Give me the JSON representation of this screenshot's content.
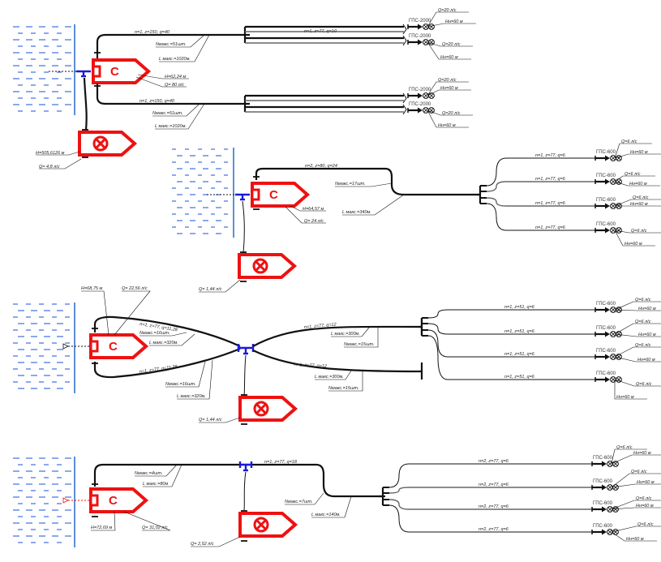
{
  "title": "Схема подачи воды от водоисточника (4 варианта)",
  "colors": {
    "pump": "#ee1111",
    "fitting": "#1a1adc",
    "hose": "#111111",
    "water": "#3d6fe0",
    "wall": "#5b8fd6"
  },
  "icons": {
    "pump_letter": "С",
    "pump_symbol": "circle-cross-icon",
    "nozzle": "double-circle-cross-icon"
  },
  "schemes": [
    {
      "id": "scheme-1",
      "pump": {
        "letter": "С",
        "H": "H=62,24 м",
        "Q": "Q= 80 л/с"
      },
      "aux": {
        "H": "H=505,6126 м",
        "Q": "Q= 4,8 л/с"
      },
      "lines": [
        {
          "params": "n=1, z=150, q=40",
          "n_max": "Nмакс.=51шт.",
          "l_max": "L макс.=1020м."
        },
        {
          "params": "n=1, z=150, q=40",
          "n_max": "Nмакс.=51шт.",
          "l_max": "L макс.=1020м."
        }
      ],
      "branches_label": "n=1, z=77, q=10",
      "nozzles": [
        {
          "type": "ГПС-2000",
          "Q": "Q=20 л/с",
          "H": "Hн=60 м"
        },
        {
          "type": "ГПС-2000",
          "Q": "Q=20 л/с",
          "H": "Hн=60 м"
        },
        {
          "type": "ГПС-2000",
          "Q": "Q=20 л/с",
          "H": "Hн=60 м"
        },
        {
          "type": "ГПС-2000",
          "Q": "Q=20 л/с",
          "H": "Hн=60 м"
        }
      ]
    },
    {
      "id": "scheme-2",
      "pump": {
        "letter": "С",
        "H": "H=64,57 м",
        "Q": "Q= 24 л/с"
      },
      "aux": {
        "Q": "Q= 1,44 л/с"
      },
      "lines": [
        {
          "params": "n=2, z=80, q=24",
          "n_max": "Nмакс.=17шт.",
          "l_max": "L макс.=340м."
        }
      ],
      "branches": [
        {
          "params": "n=1, z=77, q=6",
          "type": "ГПС-600",
          "Q": "Q=6 л/с",
          "H": "Hн=60 м"
        },
        {
          "params": "n=1, z=77, q=6",
          "type": "ГПС-600",
          "Q": "Q=6 л/с",
          "H": "Hн=60 м"
        },
        {
          "params": "n=1, z=77, q=6",
          "type": "ГПС-600",
          "Q": "Q=6 л/с",
          "H": "Hн=60 м"
        },
        {
          "params": "n=1, z=77, q=6",
          "type": "ГПС-600",
          "Q": "Q=6 л/с",
          "H": "Hн=60 м"
        }
      ]
    },
    {
      "id": "scheme-3",
      "pump": {
        "letter": "С",
        "H": "H=68,75 м",
        "Q": "Q= 22,56 л/с"
      },
      "aux": {
        "Q": "Q= 1,44 л/с"
      },
      "lines_in": [
        {
          "params": "n=1, z=77, q=11,28",
          "n_max": "Nмакс.=16шт.",
          "l_max": "L макс.=320м."
        },
        {
          "params": "n=1, z=77, q=11,28",
          "n_max": "Nмакс.=16шт.",
          "l_max": "L макс.=320м."
        }
      ],
      "lines_out": [
        {
          "params": "n=1, z=77, q=12",
          "n_max": "Nмакс.=15шт.",
          "l_max": "L макс.=300м."
        },
        {
          "params": "n=1, z=77, q=12",
          "n_max": "Nмакс.=15шт.",
          "l_max": "L макс.=300м."
        }
      ],
      "branches": [
        {
          "params": "n=1, z=51, q=6",
          "type": "ГПС-600",
          "Q": "Q=6 л/с",
          "H": "Hн=60 м"
        },
        {
          "params": "n=1, z=51, q=6",
          "type": "ГПС-600",
          "Q": "Q=6 л/с",
          "H": "Hн=60 м"
        },
        {
          "params": "n=1, z=51, q=6",
          "type": "ГПС-600",
          "Q": "Q=6 л/с",
          "H": "Hн=60 м"
        },
        {
          "params": "n=1, z=51, q=6",
          "type": "ГПС-600",
          "Q": "Q=6 л/с",
          "H": "Hн=60 м"
        }
      ]
    },
    {
      "id": "scheme-4",
      "pump": {
        "letter": "С",
        "H": "H=72,69 м",
        "Q": "Q= 31,02 л/с"
      },
      "aux": {
        "Q": "Q= 2,52 л/с"
      },
      "lines": [
        {
          "params": "n=1, z=77, q=18",
          "n_max": "Nмакс.=4шт.",
          "l_max": "L макс.=80м"
        },
        {
          "params": "",
          "n_max": "Nмакс.=7шт.",
          "l_max": "L макс.=140м."
        }
      ],
      "branches": [
        {
          "params": "n=2, z=77, q=6",
          "type": "ГПС-600",
          "Q": "Q=6 л/с",
          "H": "Hн=60 м"
        },
        {
          "params": "n=2, z=77, q=6",
          "type": "ГПС-600",
          "Q": "Q=6 л/с",
          "H": "Hн=60 м"
        },
        {
          "params": "n=2, z=77, q=6",
          "type": "ГПС-600",
          "Q": "Q=6 л/с",
          "H": "Hн=60 м"
        },
        {
          "params": "n=2, z=77, q=6",
          "type": "ГПС-600",
          "Q": "Q=6 л/с",
          "H": "Hн=60 м"
        }
      ]
    }
  ]
}
